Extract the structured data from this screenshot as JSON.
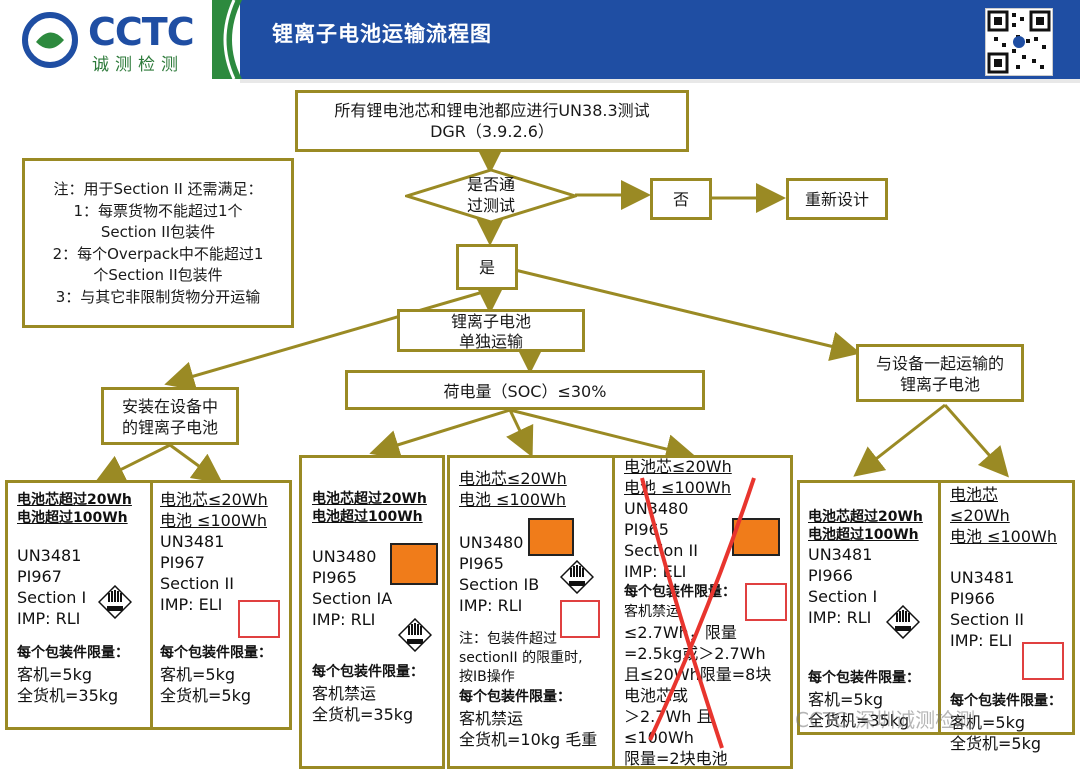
{
  "header": {
    "logo_text": "CCTC",
    "logo_sub": "诚测检测",
    "title": "锂离子电池运输流程图"
  },
  "flow": {
    "top": [
      "所有锂电池芯和锂电池都应进行UN38.3测试",
      "DGR（3.9.2.6）"
    ],
    "decision": [
      "是否通",
      "过测试"
    ],
    "no": "否",
    "redesign": "重新设计",
    "yes": "是",
    "standalone": [
      "锂离子电池",
      "单独运输"
    ],
    "soc": "荷电量（SOC）≤30%",
    "installed": [
      "安装在设备中",
      "的锂离子电池"
    ],
    "with_equipment": [
      "与设备一起运输的",
      "锂离子电池"
    ],
    "note": [
      "注：用于Section II 还需满足：",
      "1：每票货物不能超过1个",
      "Section II包装件",
      "2：每个Overpack中不能超过1",
      "个Section II包装件",
      "3：与其它非限制货物分开运输"
    ]
  },
  "cards": {
    "c1": {
      "h": [
        "电池芯超过20Wh",
        "电池超过100Wh"
      ],
      "body": [
        "UN3481",
        "PI967",
        "Section I",
        "IMP: RLI"
      ],
      "limit": "每个包装件限量：",
      "lines": [
        "客机=5kg",
        "全货机=35kg"
      ]
    },
    "c2": {
      "h": [
        "电池芯≤20Wh",
        "电池 ≤100Wh"
      ],
      "body": [
        "UN3481",
        "PI967",
        "Section II",
        "IMP: ELI"
      ],
      "limit": "每个包装件限量：",
      "lines": [
        "客机=5kg",
        "全货机=5kg"
      ]
    },
    "c3": {
      "h": [
        "电池芯超过20Wh",
        "电池超过100Wh"
      ],
      "body": [
        "UN3480",
        "PI965",
        "Section IA",
        "IMP: RLI"
      ],
      "limit": "每个包装件限量：",
      "lines": [
        "客机禁运",
        "全货机=35kg"
      ]
    },
    "c4": {
      "h": [
        "电池芯≤20Wh",
        "电池 ≤100Wh"
      ],
      "body": [
        "UN3480",
        "PI965",
        "Section IB",
        "IMP: RLI"
      ],
      "note": [
        "注：包装件超过",
        "sectionII 的限重时,",
        "按IB操作"
      ],
      "limit": "每个包装件限量：",
      "lines": [
        "客机禁运",
        "全货机=10kg 毛重"
      ]
    },
    "c5": {
      "h": [
        "电池芯≤20Wh",
        "电池 ≤100Wh"
      ],
      "body": [
        "UN3480",
        "PI965",
        "Section II",
        "IMP: ELI"
      ],
      "limit": "每个包装件限量：",
      "lines": [
        "客机禁运",
        "≤2.7Wh，限量",
        "=2.5kg或＞2.7Wh",
        "且≤20Wh限量=8块",
        "电池芯或",
        "＞2.7Wh 且",
        "≤100Wh",
        "限量=2块电池"
      ]
    },
    "c6": {
      "h": [
        "电池芯超过20Wh",
        "电池超过100Wh"
      ],
      "body": [
        "UN3481",
        "PI966",
        "Section I",
        "IMP: RLI"
      ],
      "limit": "每个包装件限量：",
      "lines": [
        "客机=5kg",
        "全货机=35kg"
      ]
    },
    "c7": {
      "h": [
        "电池芯",
        "≤20Wh",
        "电池 ≤100Wh"
      ],
      "body": [
        "UN3481",
        "PI966",
        "Section II",
        "IMP: ELI"
      ],
      "limit": "每个包装件限量：",
      "lines": [
        "客机=5kg",
        "全货机=5kg"
      ]
    }
  },
  "watermark": "CCTC-深圳诚测检测",
  "colors": {
    "border": "#9a8a24",
    "header": "#1f4ea3",
    "cross": "#e8352e",
    "label": "#f07c1a"
  }
}
